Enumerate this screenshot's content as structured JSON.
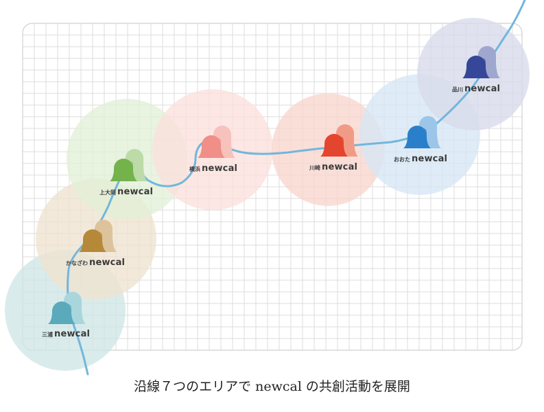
{
  "caption": "沿線７つのエリアで newcal の共創活動を展開",
  "colors": {
    "grid_line": "#dcdcdc",
    "grid_border": "#d0d0d0",
    "route_line": "#72b6dc"
  },
  "areas": [
    {
      "name": "三浦",
      "brand": "newcal",
      "icon": "newcal-bells-icon",
      "circle_color": "#cfe6e6",
      "bell_front": "#5aaabb",
      "bell_back": "#a9d6dc"
    },
    {
      "name": "かなざわ",
      "brand": "newcal",
      "icon": "newcal-bells-icon",
      "circle_color": "#efe3cf",
      "bell_front": "#b58938",
      "bell_back": "#ddc39c"
    },
    {
      "name": "上大岡",
      "brand": "newcal",
      "icon": "newcal-bells-icon",
      "circle_color": "#e2efd7",
      "bell_front": "#74b24c",
      "bell_back": "#bcdba8"
    },
    {
      "name": "横浜",
      "brand": "newcal",
      "icon": "newcal-bells-icon",
      "circle_color": "#fbe0dd",
      "bell_front": "#f08e88",
      "bell_back": "#f7c1bc"
    },
    {
      "name": "川崎",
      "brand": "newcal",
      "icon": "newcal-bells-icon",
      "circle_color": "#f8d6ce",
      "bell_front": "#e4452e",
      "bell_back": "#f19b87"
    },
    {
      "name": "おおた",
      "brand": "newcal",
      "icon": "newcal-bells-icon",
      "circle_color": "#d6e7f5",
      "bell_front": "#2a7fca",
      "bell_back": "#9cc6e9"
    },
    {
      "name": "品川",
      "brand": "newcal",
      "icon": "newcal-bells-icon",
      "circle_color": "#d7dbea",
      "bell_front": "#36479a",
      "bell_back": "#9fa7cf"
    }
  ]
}
